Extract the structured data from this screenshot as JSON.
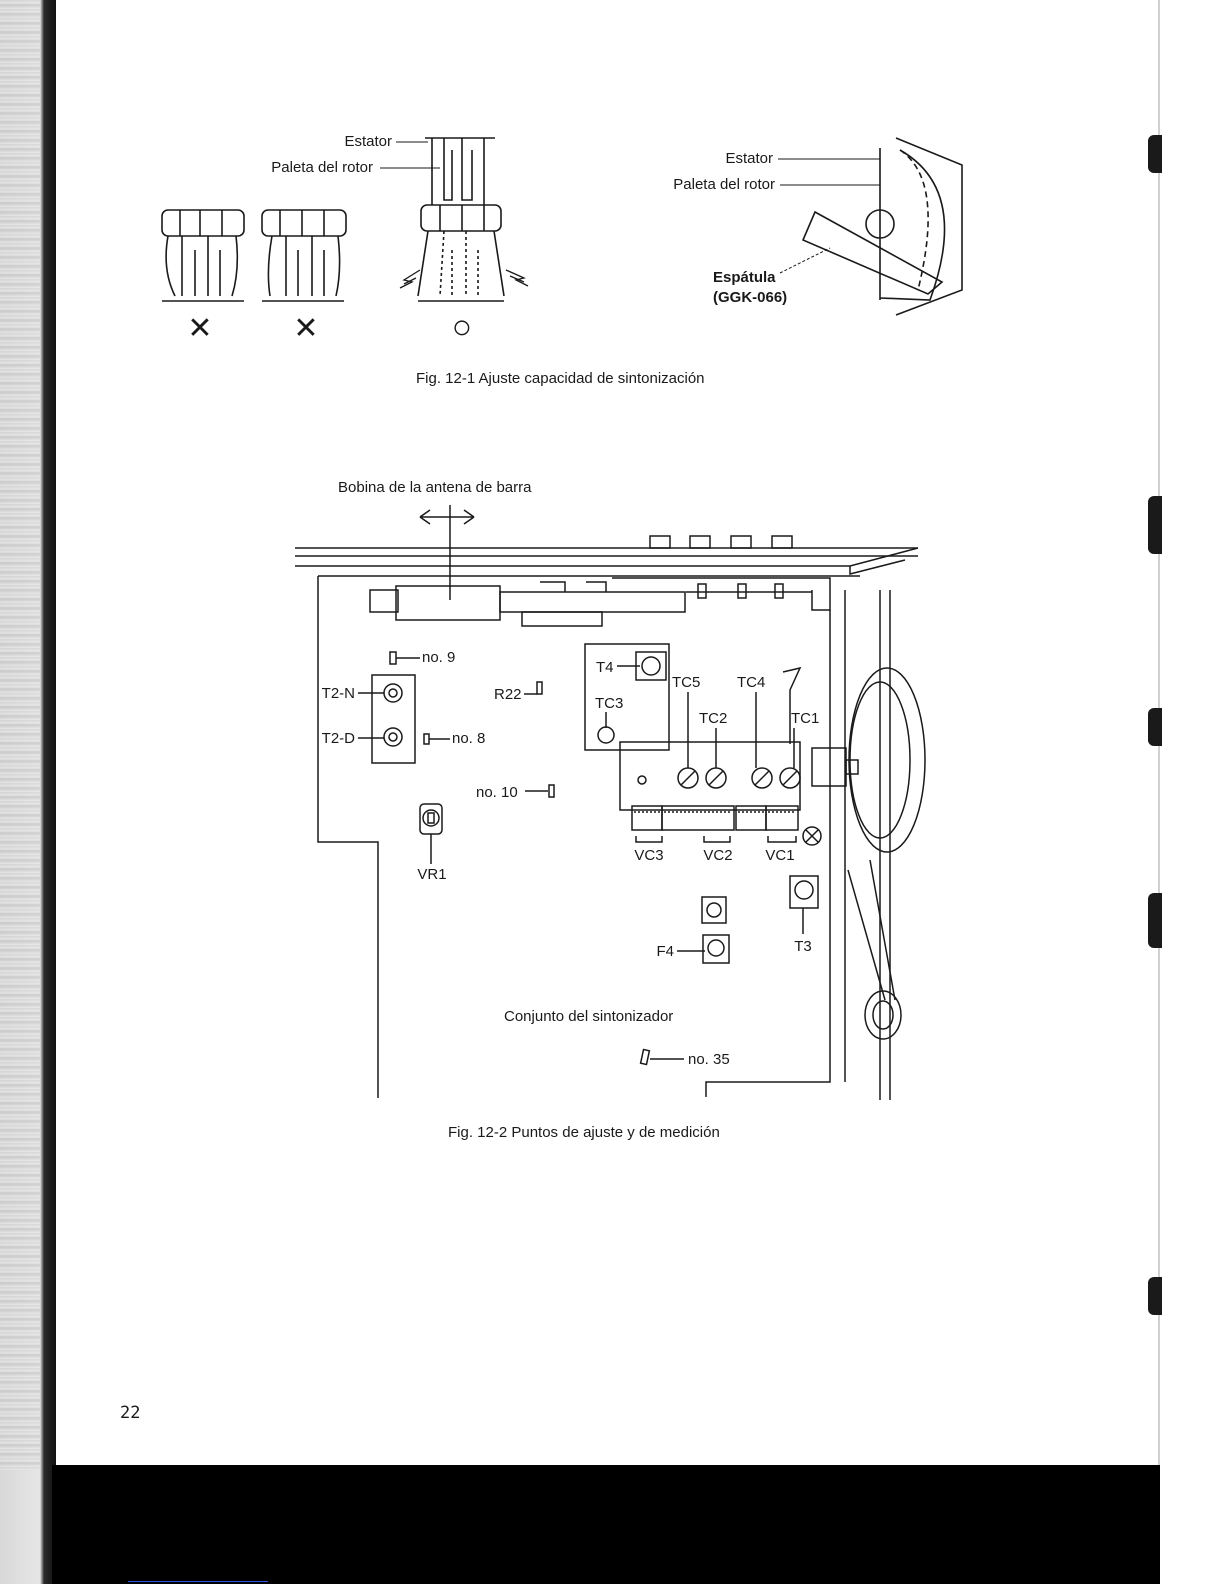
{
  "page_number": "22",
  "figure1": {
    "caption": "Fig. 12-1  Ajuste capacidad de sintonización",
    "left_labels": {
      "stator": "Estator",
      "rotor_blade": "Paleta del rotor"
    },
    "right_labels": {
      "stator": "Estator",
      "rotor_blade": "Paleta del rotor",
      "spatula": "Espátula",
      "spatula_code": "(GGK-066)"
    },
    "marks": {
      "wrong1": "✕",
      "wrong2": "✕",
      "right": "○"
    }
  },
  "figure2": {
    "caption": "Fig. 12-2  Puntos de ajuste y de medición",
    "title": "Bobina de la antena de barra",
    "labels": {
      "no9": "no. 9",
      "no8": "no. 8",
      "no10": "no. 10",
      "no35": "no. 35",
      "t2n": "T2-N",
      "t2d": "T2-D",
      "r22": "R22",
      "vr1": "VR1",
      "t4": "T4",
      "tc5": "TC5",
      "tc4": "TC4",
      "tc3": "TC3",
      "tc2": "TC2",
      "tc1": "TC1",
      "vc3": "VC3",
      "vc2": "VC2",
      "vc1": "VC1",
      "f4": "F4",
      "t3": "T3",
      "tuner_assembly": "Conjunto del sintonizador"
    }
  }
}
